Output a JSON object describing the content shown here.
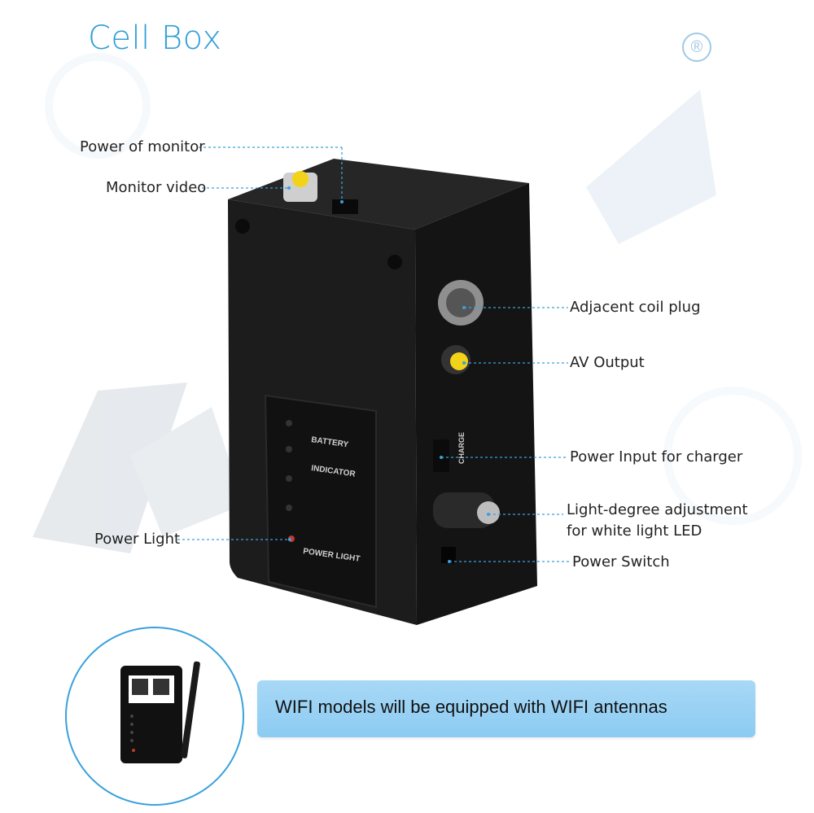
{
  "title": "Cell Box",
  "registered_mark": "®",
  "callouts": {
    "power_of_monitor": "Power of monitor",
    "monitor_video": "Monitor video",
    "adjacent_coil_plug": "Adjacent coil plug",
    "av_output": "AV Output",
    "power_input_charger": "Power Input for charger",
    "light_degree_line1": "Light-degree adjustment",
    "light_degree_line2": "for white light LED",
    "power_light": "Power Light",
    "power_switch": "Power Switch"
  },
  "device_panel": {
    "battery": "BATTERY",
    "indicator": "INDICATOR",
    "power_light": "POWER LIGHT",
    "side_charge": "CHARGE"
  },
  "banner": "WIFI models will be equipped with WIFI antennas",
  "colors": {
    "title_blue": "#2f9fd6",
    "leader_line": "#3aa1dc",
    "banner_top": "#a8d8f6",
    "banner_bottom": "#8ccbf2",
    "device_body": "#1a1a1a",
    "rca_yellow": "#f3d21a"
  }
}
